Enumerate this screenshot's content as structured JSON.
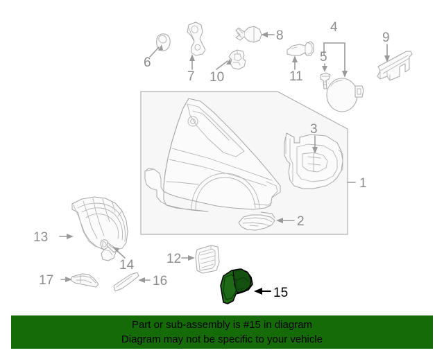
{
  "diagram": {
    "type": "automotive-exploded-parts-diagram",
    "background_color": "#ffffff",
    "line_color": "#a6a6a6",
    "label_color": "#8c8c8c",
    "highlight_color": "#1d6b16",
    "highlight_label_color": "#000000",
    "assembly_box": {
      "name": "quarter-panel-assembly-group",
      "fill": "#f7f7f7",
      "border_color": "#b0b0b0"
    },
    "callouts": [
      {
        "id": "1",
        "label": "1",
        "name": "callout-1-quarter-panel-assembly",
        "highlighted": false
      },
      {
        "id": "2",
        "label": "2",
        "name": "callout-2-lower-extension",
        "highlighted": false
      },
      {
        "id": "3",
        "label": "3",
        "name": "callout-3-inner-panel",
        "highlighted": false
      },
      {
        "id": "4",
        "label": "4",
        "name": "callout-4-fuel-lid",
        "highlighted": false
      },
      {
        "id": "5",
        "label": "5",
        "name": "callout-5-bolt",
        "highlighted": false
      },
      {
        "id": "6",
        "label": "6",
        "name": "callout-6-grommet",
        "highlighted": false
      },
      {
        "id": "7",
        "label": "7",
        "name": "callout-7-bracket",
        "highlighted": false
      },
      {
        "id": "8",
        "label": "8",
        "name": "callout-8-screw",
        "highlighted": false
      },
      {
        "id": "9",
        "label": "9",
        "name": "callout-9-trim-rail",
        "highlighted": false
      },
      {
        "id": "10",
        "label": "10",
        "name": "callout-10-clip",
        "highlighted": false
      },
      {
        "id": "11",
        "label": "11",
        "name": "callout-11-stud-pin",
        "highlighted": false
      },
      {
        "id": "12",
        "label": "12",
        "name": "callout-12-vent-grille",
        "highlighted": false
      },
      {
        "id": "13",
        "label": "13",
        "name": "callout-13-wheelhouse-liner",
        "highlighted": false
      },
      {
        "id": "14",
        "label": "14",
        "name": "callout-14-retainer-clip",
        "highlighted": false
      },
      {
        "id": "15",
        "label": "15",
        "name": "callout-15-highlighted-part",
        "highlighted": true
      },
      {
        "id": "16",
        "label": "16",
        "name": "callout-16-wedge-trim",
        "highlighted": false
      },
      {
        "id": "17",
        "label": "17",
        "name": "callout-17-small-bracket",
        "highlighted": false
      }
    ]
  },
  "banner": {
    "background_color": "#146b07",
    "text_color": "#000000",
    "line1": "Part or sub-assembly is #15 in diagram",
    "line2": "Diagram may not be specific to your vehicle"
  }
}
